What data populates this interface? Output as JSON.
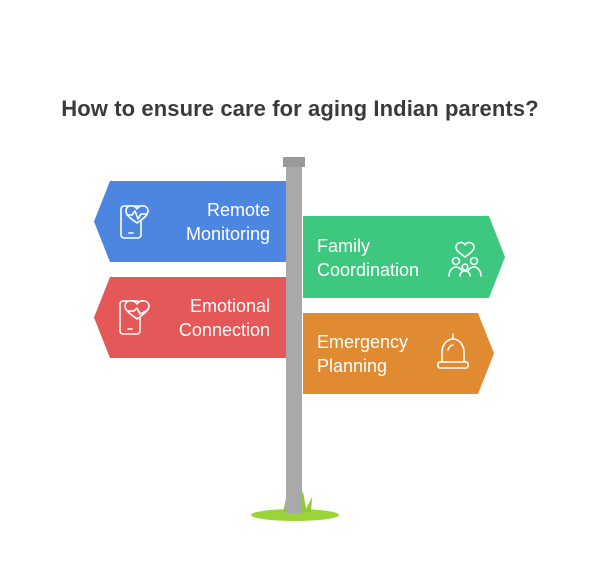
{
  "title": "How to ensure care for aging Indian parents?",
  "colors": {
    "pole": "#a9a9a9",
    "pole_cap": "#9a9a9a",
    "grass": "#9ad43a",
    "remote": "#4d86e0",
    "family": "#3ec87f",
    "emotional": "#e45858",
    "emergency": "#e08a32",
    "text": "#ffffff",
    "title": "#3a3a3a"
  },
  "signs": {
    "remote_monitoring": {
      "line1": "Remote",
      "line2": "Monitoring",
      "icon": "phone-heartbeat-icon"
    },
    "family_coordination": {
      "line1": "Family",
      "line2": "Coordination",
      "icon": "family-heart-icon"
    },
    "emotional_connection": {
      "line1": "Emotional",
      "line2": "Connection",
      "icon": "phone-heart-icon"
    },
    "emergency_planning": {
      "line1": "Emergency",
      "line2": "Planning",
      "icon": "alarm-bell-icon"
    }
  }
}
